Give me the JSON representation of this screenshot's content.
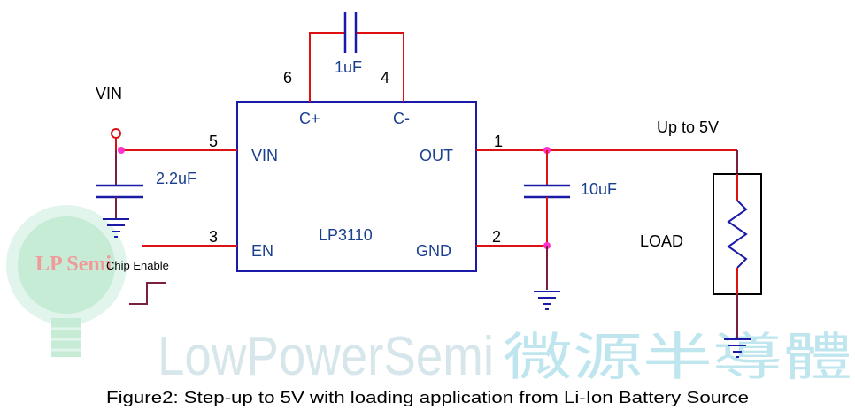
{
  "watermark": {
    "logo_text": "LP Semi",
    "brand_en": "LowPowerSemi",
    "brand_cn": "微源半導體"
  },
  "input": {
    "label": "VIN",
    "cap_value": "2.2uF",
    "enable_label": "Chip Enable"
  },
  "chip": {
    "name": "LP3110",
    "pins": {
      "vin": "VIN",
      "en": "EN",
      "out": "OUT",
      "gnd": "GND",
      "cplus": "C+",
      "cminus": "C-"
    },
    "pin_numbers": {
      "vin": "5",
      "en": "3",
      "out": "1",
      "gnd": "2",
      "cplus": "6",
      "cminus": "4"
    }
  },
  "flying_cap": {
    "value": "1uF"
  },
  "output": {
    "label": "Up to 5V",
    "cap_value": "10uF",
    "load_label": "LOAD"
  },
  "caption": "Figure2: Step-up to 5V with loading application from Li-Ion Battery Source",
  "colors": {
    "wire": "#dd1111",
    "net": "#7a1f3d",
    "component": "#1a1aa8",
    "node": "#ff33cc",
    "chip_border": "#1a1aa8"
  }
}
